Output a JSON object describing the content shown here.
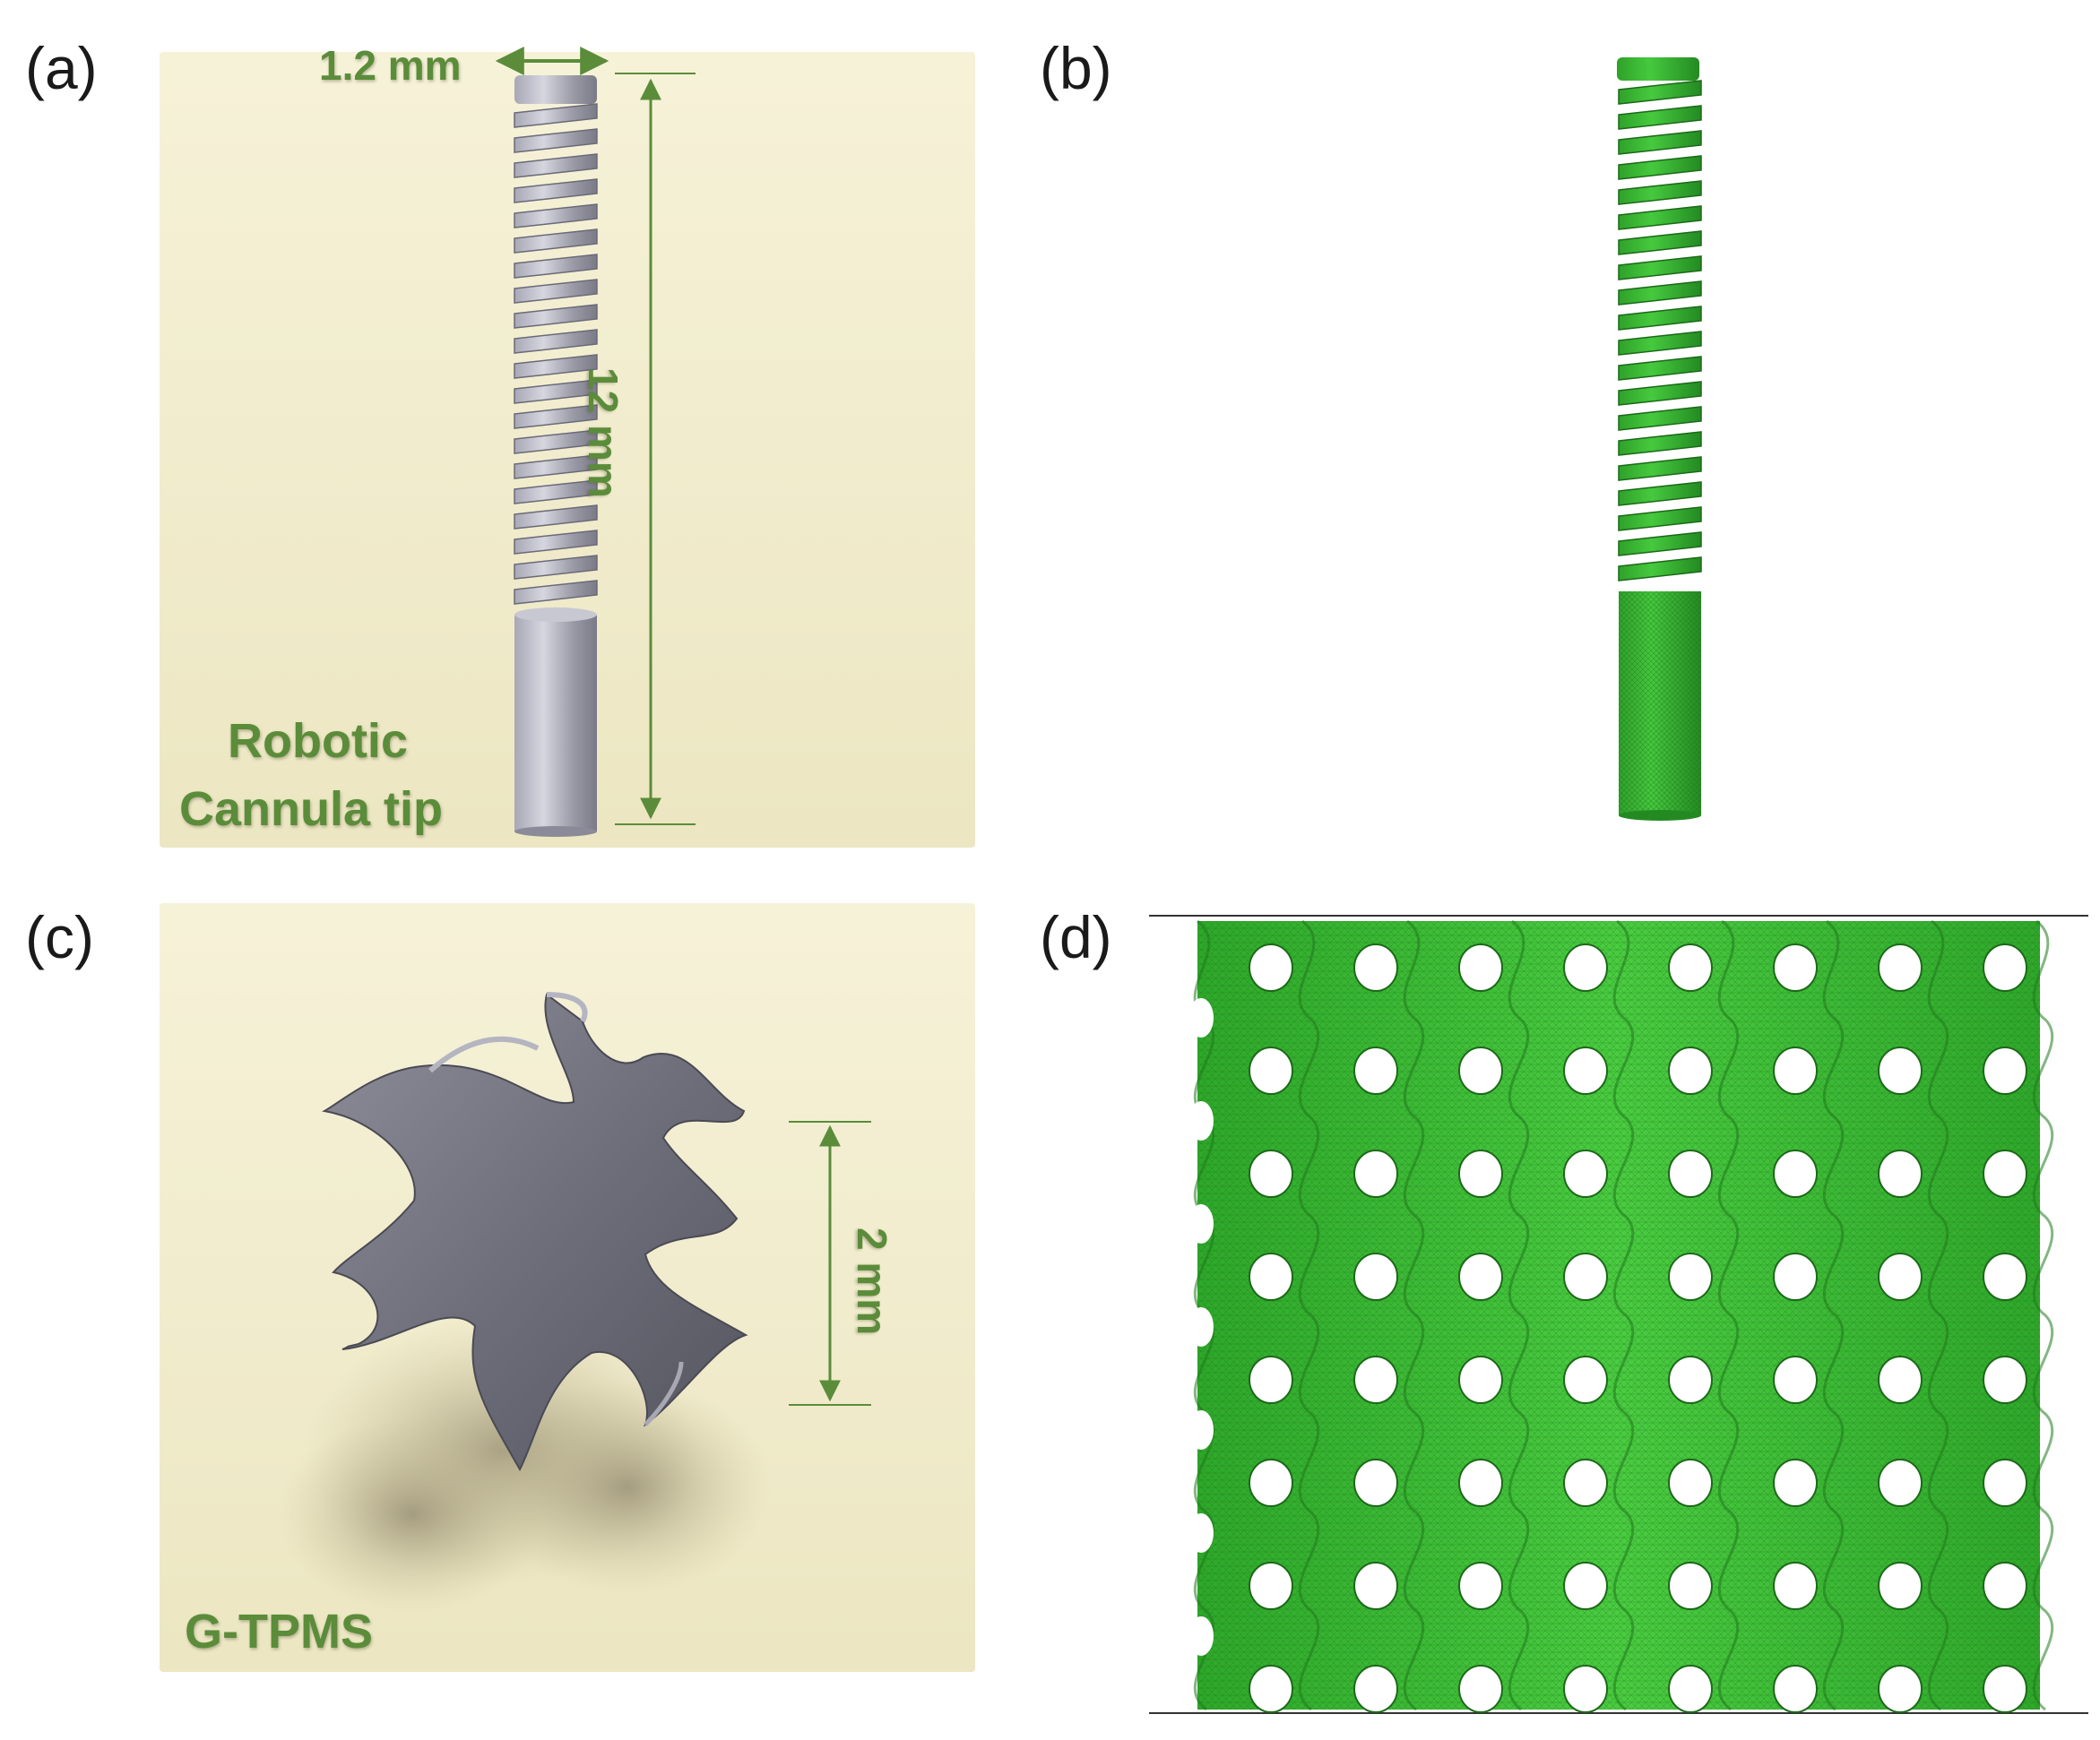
{
  "panels": {
    "a": {
      "letter": "(a)",
      "width_label": "1.2 mm",
      "height_label": "12 mm",
      "caption_line1": "Robotic",
      "caption_line2": "Cannula tip"
    },
    "b": {
      "letter": "(b)"
    },
    "c": {
      "letter": "(c)",
      "height_label": "2 mm",
      "caption": "G-TPMS"
    },
    "d": {
      "letter": "(d)"
    }
  },
  "colors": {
    "annotation_green": "#5b8c3a",
    "mesh_green": "#3fc23a",
    "model_grey": "#9c9ca8",
    "card_background": "#f1ecd0"
  },
  "icons": {
    "a": "spring-cannula-model",
    "b": "meshed-cannula-model",
    "c": "gyroid-unit-cell-model",
    "d": "gyroid-lattice-mesh"
  }
}
